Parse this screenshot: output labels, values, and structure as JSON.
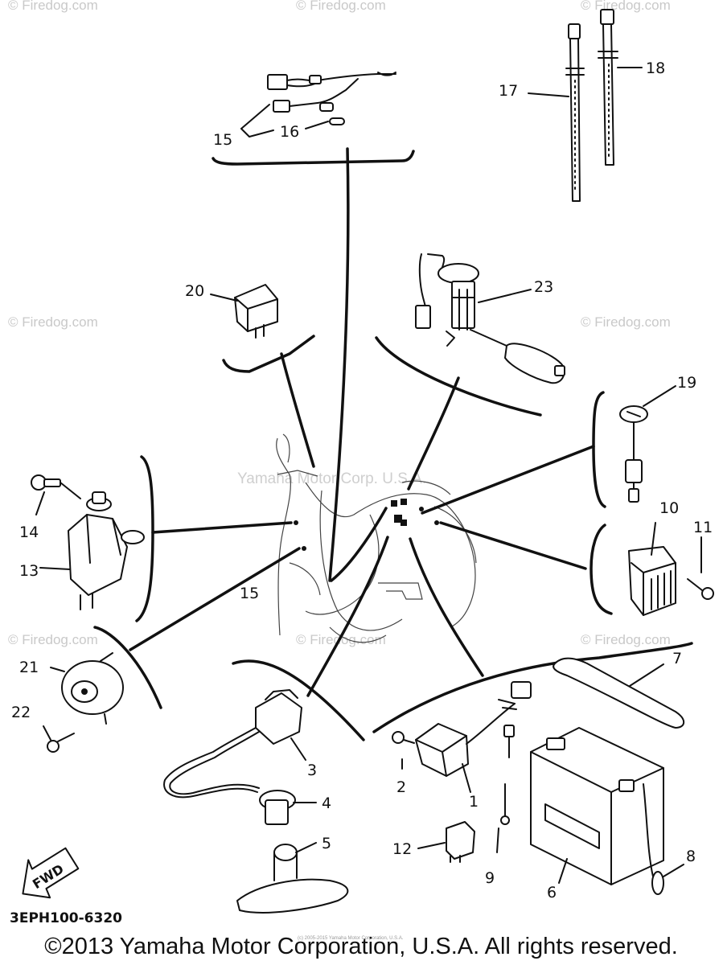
{
  "diagram": {
    "callouts": {
      "c1": "1",
      "c2": "2",
      "c3": "3",
      "c4": "4",
      "c5": "5",
      "c6": "6",
      "c7": "7",
      "c8": "8",
      "c9": "9",
      "c10": "10",
      "c11": "11",
      "c12": "12",
      "c13": "13",
      "c14": "14",
      "c15a": "15",
      "c15b": "15",
      "c16": "16",
      "c17": "17",
      "c18": "18",
      "c19": "19",
      "c20": "20",
      "c21": "21",
      "c22": "22",
      "c23": "23"
    },
    "fwd_label": "FWD",
    "drawing_code": "3EPH100-6320"
  },
  "watermarks": {
    "firedog": "© Firedog.com",
    "yamaha_center": "Yamaha Motor Corp. U.S.A.",
    "small_copyright": "(c) 2005-2015 Yamaha Motor Corporation, U.S.A."
  },
  "footer": {
    "copyright": "©2013 Yamaha Motor Corporation, U.S.A. All rights reserved."
  }
}
